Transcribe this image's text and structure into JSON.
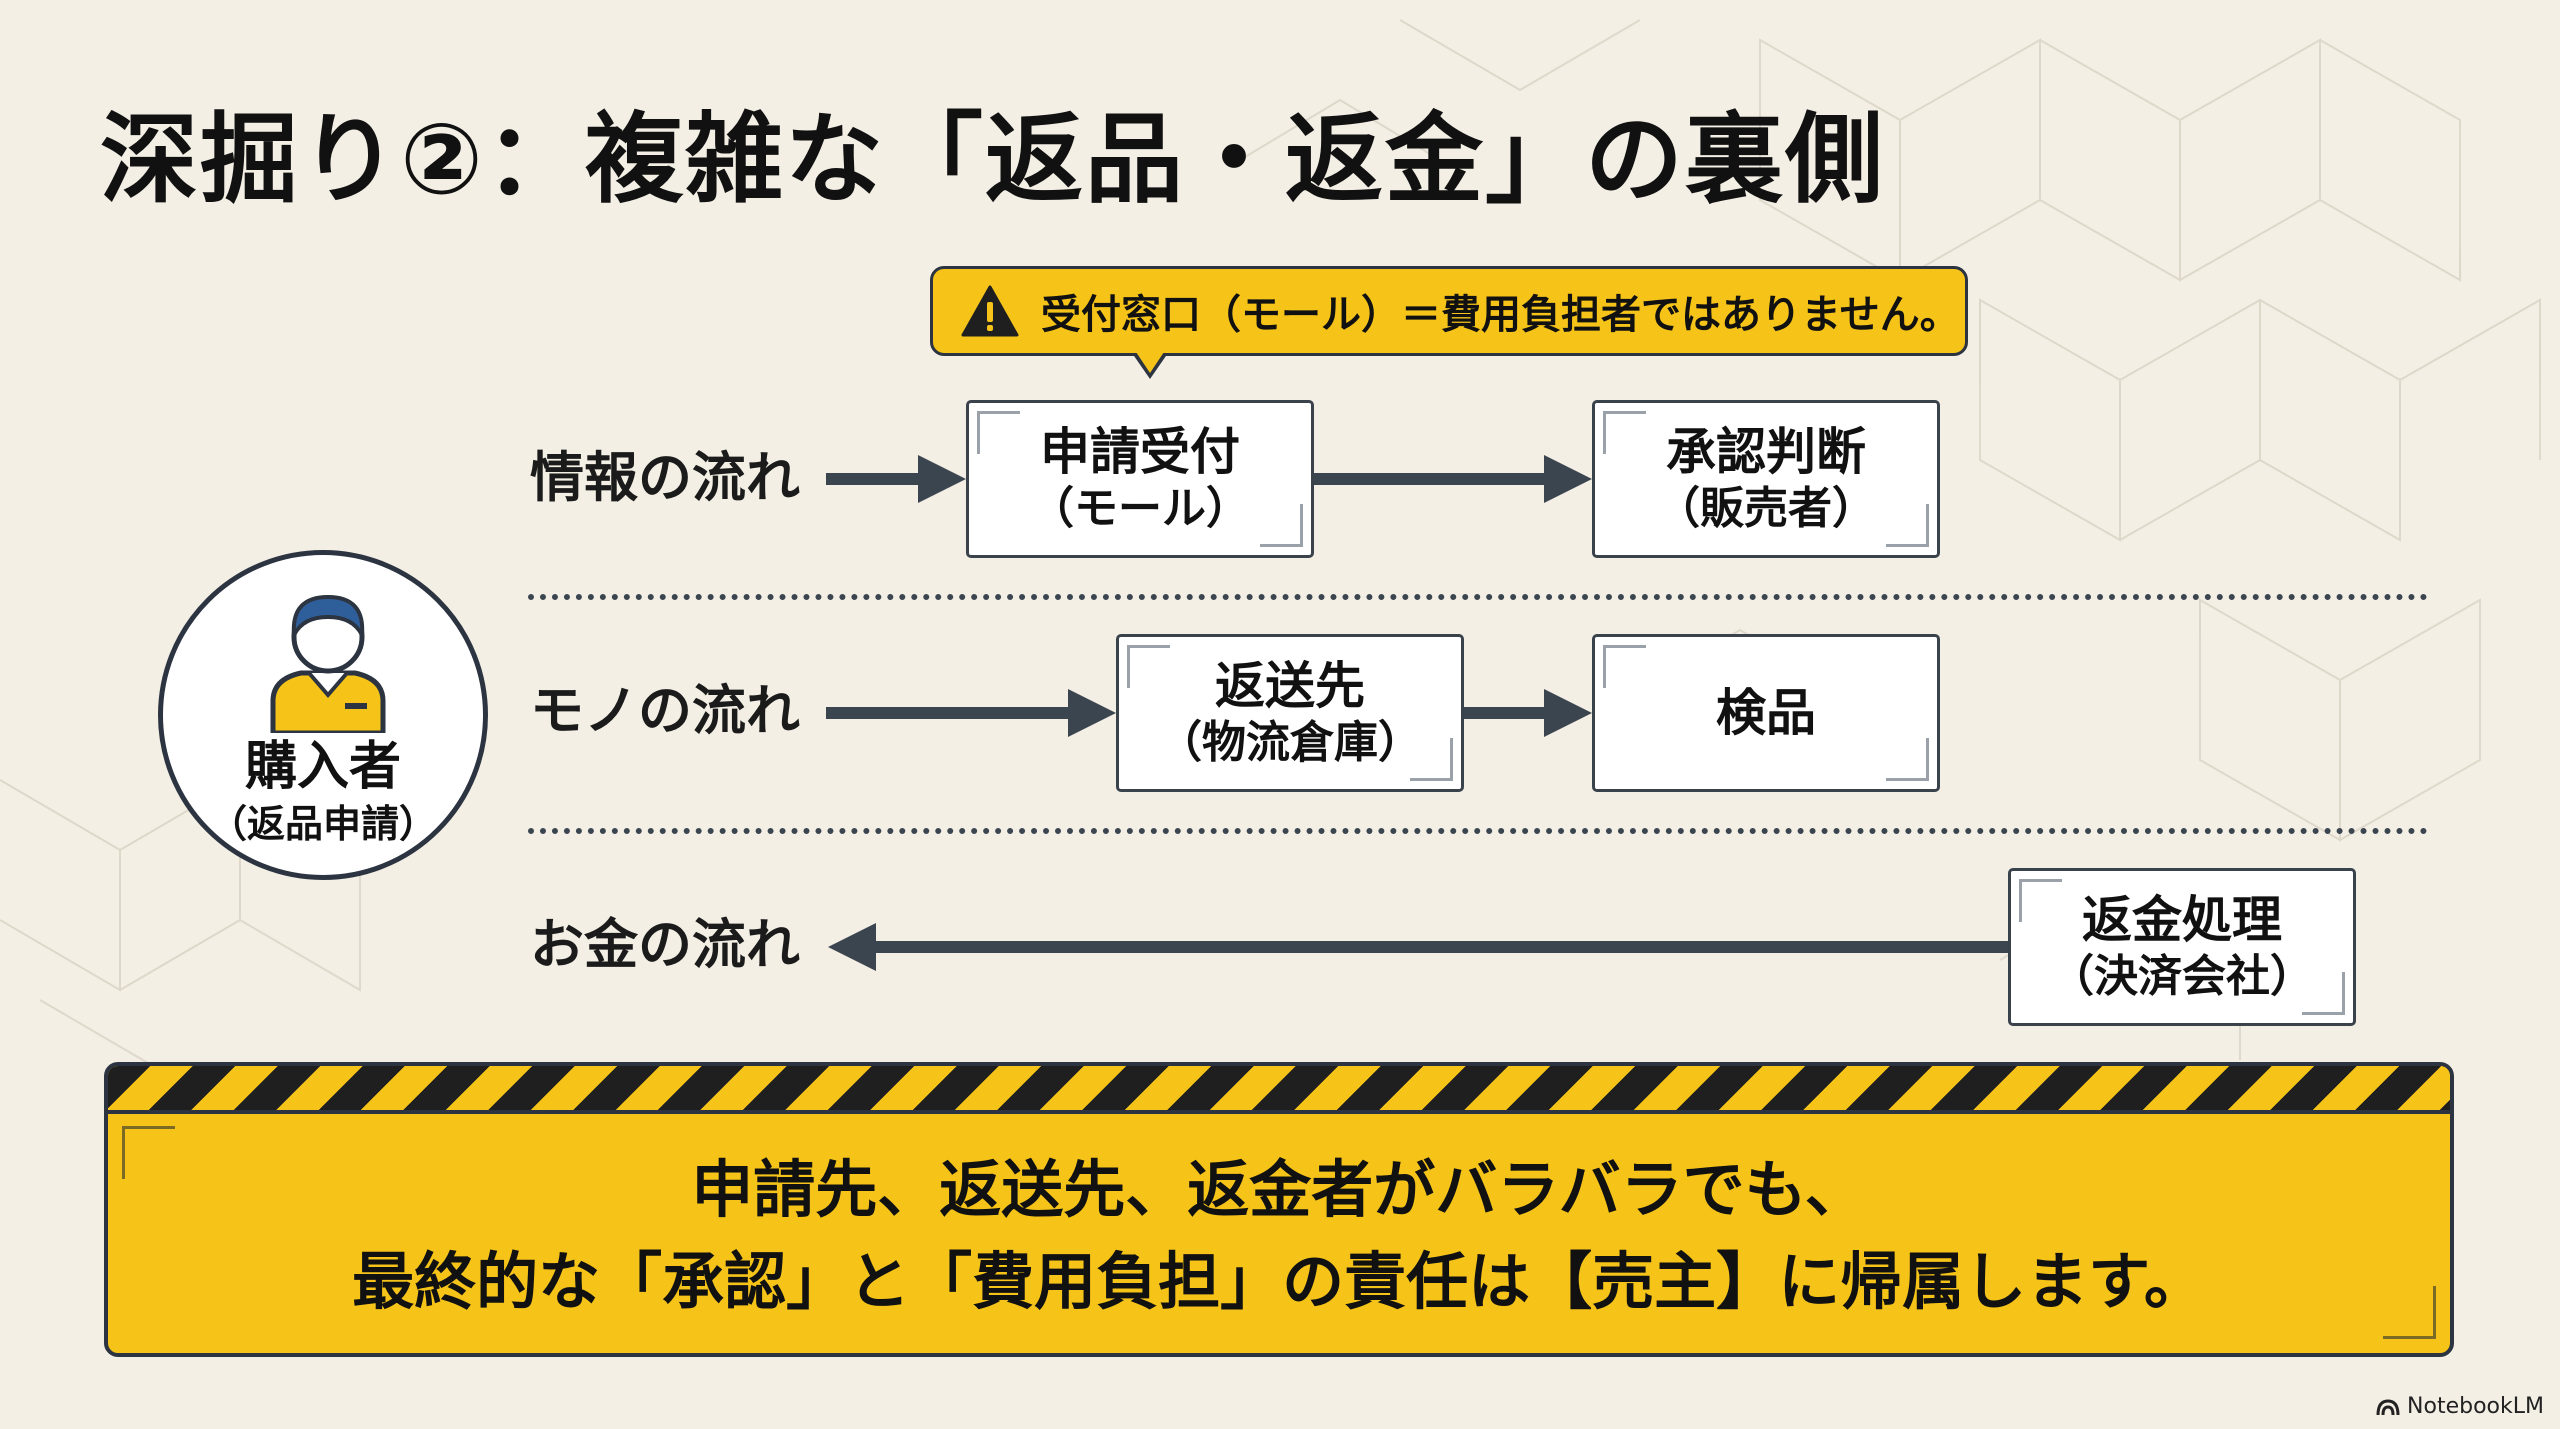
{
  "title": "深掘り②：複雑な「返品・返金」の裏側",
  "callout": {
    "text": "受付窓口（モール）＝費用負担者ではありません。",
    "icon": "warning-icon"
  },
  "buyer": {
    "label": "購入者",
    "sub": "（返品申請）",
    "icon": "person-icon"
  },
  "flows": {
    "info": {
      "label": "情報の流れ",
      "steps": [
        {
          "main": "申請受付",
          "sub": "（モール）"
        },
        {
          "main": "承認判断",
          "sub": "（販売者）"
        }
      ]
    },
    "goods": {
      "label": "モノの流れ",
      "steps": [
        {
          "main": "返送先",
          "sub": "（物流倉庫）"
        },
        {
          "main": "検品",
          "sub": ""
        }
      ]
    },
    "money": {
      "label": "お金の流れ",
      "steps": [
        {
          "main": "返金処理",
          "sub": "（決済会社）"
        }
      ]
    }
  },
  "banner": {
    "line1": "申請先、返送先、返金者がバラバラでも、",
    "line2": "最終的な「承認」と「費用負担」の責任は【売主】に帰属します。"
  },
  "brand": "NotebookLM",
  "colors": {
    "background": "#f3efe5",
    "accent_yellow": "#f6c419",
    "dark": "#2b3440",
    "arrow": "#3b4550"
  }
}
